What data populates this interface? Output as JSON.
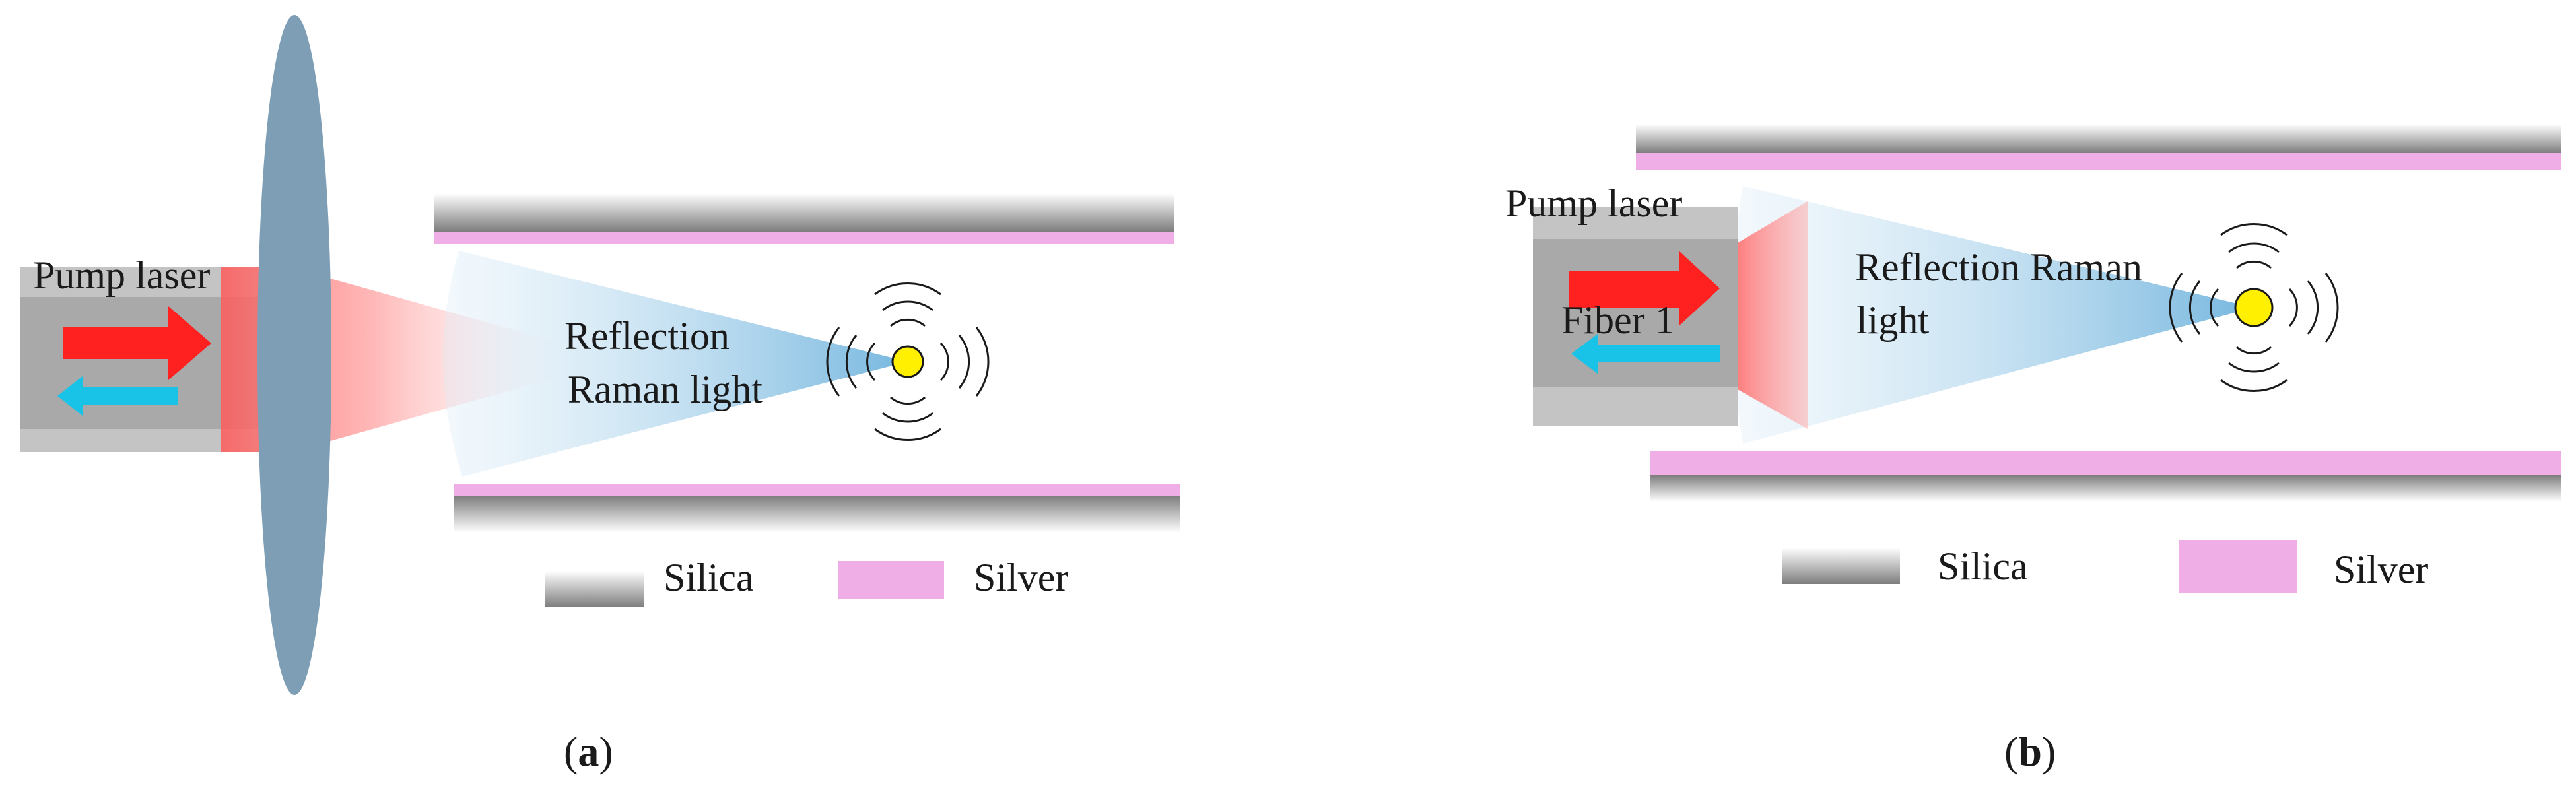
{
  "panel_a": {
    "label_open": "(",
    "label_letter": "a",
    "label_close": ")",
    "pump_laser": "Pump laser",
    "reflection_line1": "Reflection",
    "reflection_line2": "Raman light",
    "legend_silica": "Silica",
    "legend_silver": "Silver"
  },
  "panel_b": {
    "label_open": "(",
    "label_letter": "b",
    "label_close": ")",
    "pump_laser": "Pump laser",
    "fiber": "Fiber 1",
    "reflection_line1": "Reflection Raman",
    "reflection_line2": "light",
    "legend_silica": "Silica",
    "legend_silver": "Silver"
  },
  "colors": {
    "pump_arrow": "#ff2020",
    "raman_arrow": "#19c3e8",
    "silver": "#f0aee6",
    "lens": "#7e9eb6",
    "particle": "#ffef00",
    "raman_cone": "#9ecbe6",
    "pump_cone": "#ff8a8a"
  },
  "icons": {
    "particle": "molecule-circle-icon",
    "emission": "scattering-wave-icon"
  }
}
